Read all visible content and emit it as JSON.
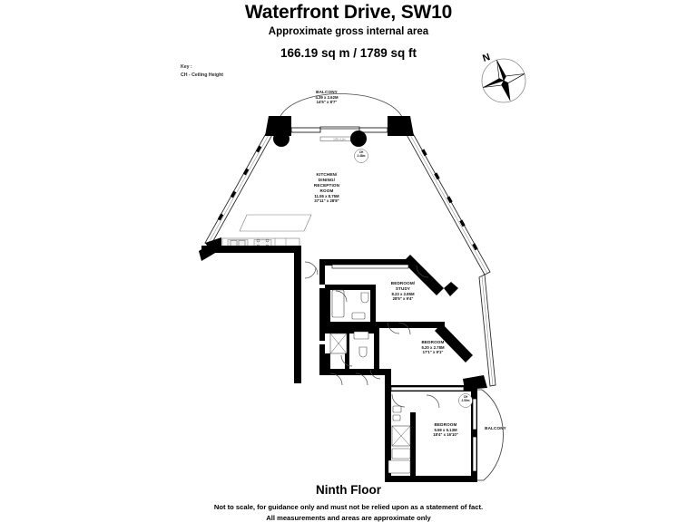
{
  "header": {
    "title": "Waterfront Drive, SW10",
    "subtitle": "Approximate gross internal area",
    "area": "166.19 sq m /  1789 sq ft"
  },
  "key": {
    "line1": "Key :",
    "line2": "CH - Ceiling Height"
  },
  "compass": {
    "north_label": "N"
  },
  "footer": {
    "floor": "Ninth Floor",
    "disclaimer1": "Not to scale, for guidance only and must not be relied upon as a statement of fact.",
    "disclaimer2": "All measurements and areas are approximate only"
  },
  "rooms": [
    {
      "id": "balcony-north",
      "name": "BALCONY",
      "metric": "4.39 x 2.62M",
      "imperial": "14'5\" x 8'7\""
    },
    {
      "id": "kitchen-dining-reception",
      "name": "KITCHEN/\nDINING/\nRECEPTION\nROOM",
      "name_lines": [
        "KITCHEN/",
        "DINING/",
        "RECEPTION",
        "ROOM"
      ],
      "metric": "11.55 x 8.75M",
      "imperial": "37'11\" x 28'8\""
    },
    {
      "id": "bedroom-study",
      "name_lines": [
        "BEDROOM/",
        "STUDY"
      ],
      "metric": "8.23 x 2.85M",
      "imperial": "28'5\" x 9'4\""
    },
    {
      "id": "bedroom-two",
      "name_lines": [
        "BEDROOM"
      ],
      "metric": "5.20 x 2.78M",
      "imperial": "17'1\" x 9'1\""
    },
    {
      "id": "bedroom-main",
      "name_lines": [
        "BEDROOM"
      ],
      "metric": "5.59 x 5.13M",
      "imperial": "18'4\" x 16'10\""
    },
    {
      "id": "balcony-east",
      "name_lines": [
        "BALCONY"
      ],
      "metric": "",
      "imperial": ""
    }
  ],
  "ceiling_markers": [
    {
      "id": "ch-reception",
      "line1": "CH",
      "line2": "2.48m"
    },
    {
      "id": "ch-bedroom-main",
      "line1": "CH",
      "line2": "2.50m"
    }
  ],
  "colors": {
    "wall": "#000000",
    "glazing": "#ffffff",
    "fixture_stroke": "#3a3a3a",
    "paper": "#ffffff"
  }
}
